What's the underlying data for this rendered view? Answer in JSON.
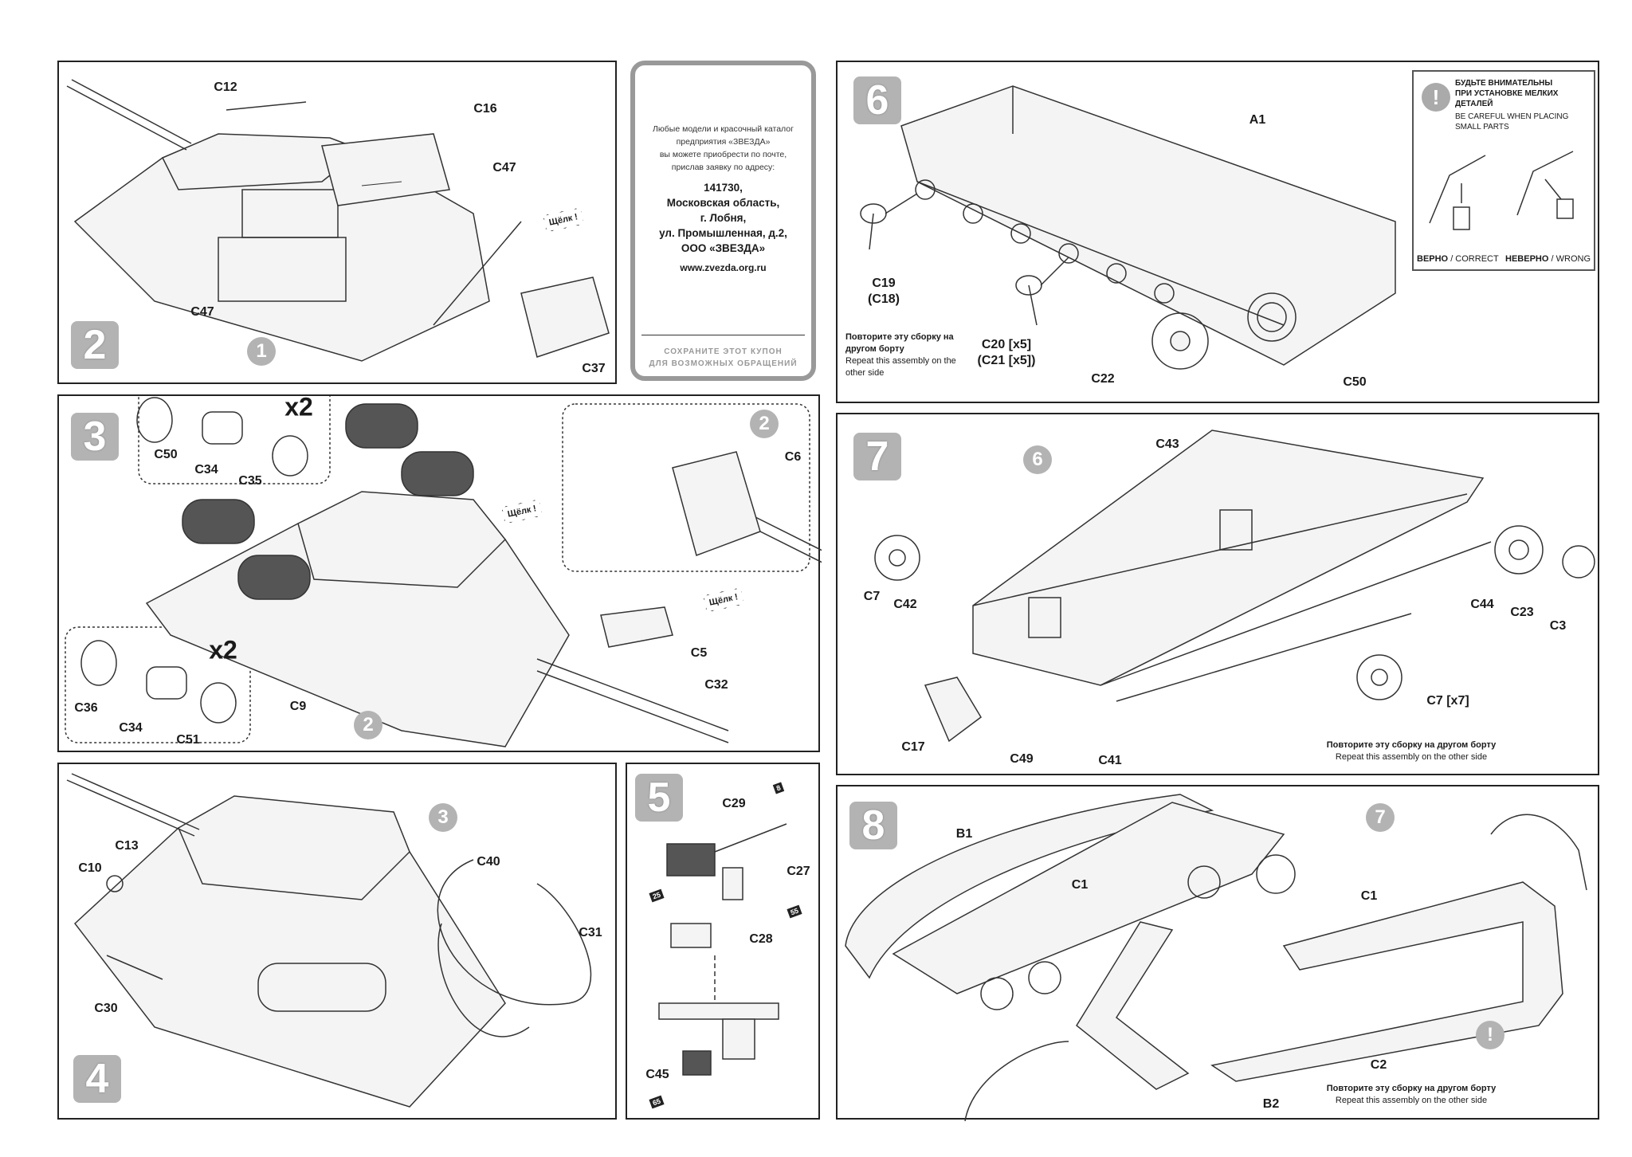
{
  "coupon": {
    "intro": [
      "Любые модели и красочный каталог",
      "предприятия «ЗВЕЗДА»",
      "вы можете приобрести по почте,",
      "прислав заявку по адресу:"
    ],
    "address": [
      "141730,",
      "Московская область,",
      "г. Лобня,",
      "ул. Промышленная, д.2,",
      "ООО «ЗВЕЗДА»"
    ],
    "website": "www.zvezda.org.ru",
    "keep": [
      "СОХРАНИТЕ ЭТОТ КУПОН",
      "ДЛЯ ВОЗМОЖНЫХ ОБРАЩЕНИЙ"
    ]
  },
  "warning": {
    "icon": "exclamation-icon",
    "mark": "!",
    "title_ru": [
      "БУДЬТЕ ВНИМАТЕЛЬНЫ",
      "ПРИ УСТАНОВКЕ МЕЛКИХ ДЕТАЛЕЙ"
    ],
    "title_en": "BE CAREFUL WHEN PLACING SMALL PARTS",
    "correct_ru": "ВЕРНО",
    "correct_en": "/ CORRECT",
    "wrong_ru": "НЕВЕРНО",
    "wrong_en": "/ WRONG"
  },
  "snap": "Щёлк !",
  "repeat_note": {
    "ru": "Повторите эту сборку на другом борту",
    "en": "Repeat this assembly on the other side"
  },
  "steps": {
    "s2": {
      "number": "2",
      "sub": "1",
      "labels": [
        "C12",
        "C16",
        "C47",
        "C47",
        "C37"
      ]
    },
    "s3": {
      "number": "3",
      "subs": [
        "2",
        "2"
      ],
      "multiplier": "x2",
      "labels": [
        "C50",
        "C34",
        "C35",
        "C6",
        "C5",
        "C32",
        "C36",
        "C34",
        "C51",
        "C9"
      ]
    },
    "s4": {
      "number": "4",
      "sub": "3",
      "labels": [
        "C13",
        "C10",
        "C40",
        "C31",
        "C30"
      ]
    },
    "s5": {
      "number": "5",
      "labels": [
        "C29",
        "C27",
        "C28",
        "C45"
      ],
      "tags": [
        "8",
        "25",
        "55",
        "65"
      ]
    },
    "s6": {
      "number": "6",
      "labels": [
        "A1",
        "C19",
        "(C18)",
        "C20 [x5]",
        "(C21 [x5])",
        "C22",
        "C50"
      ]
    },
    "s7": {
      "number": "7",
      "sub": "6",
      "labels": [
        "C43",
        "C7",
        "C42",
        "C44",
        "C23",
        "C3",
        "C7 [x7]",
        "C17",
        "C49",
        "C41"
      ]
    },
    "s8": {
      "number": "8",
      "sub": "7",
      "attention": "!",
      "labels": [
        "B1",
        "C1",
        "C1",
        "C2",
        "B2"
      ]
    }
  }
}
